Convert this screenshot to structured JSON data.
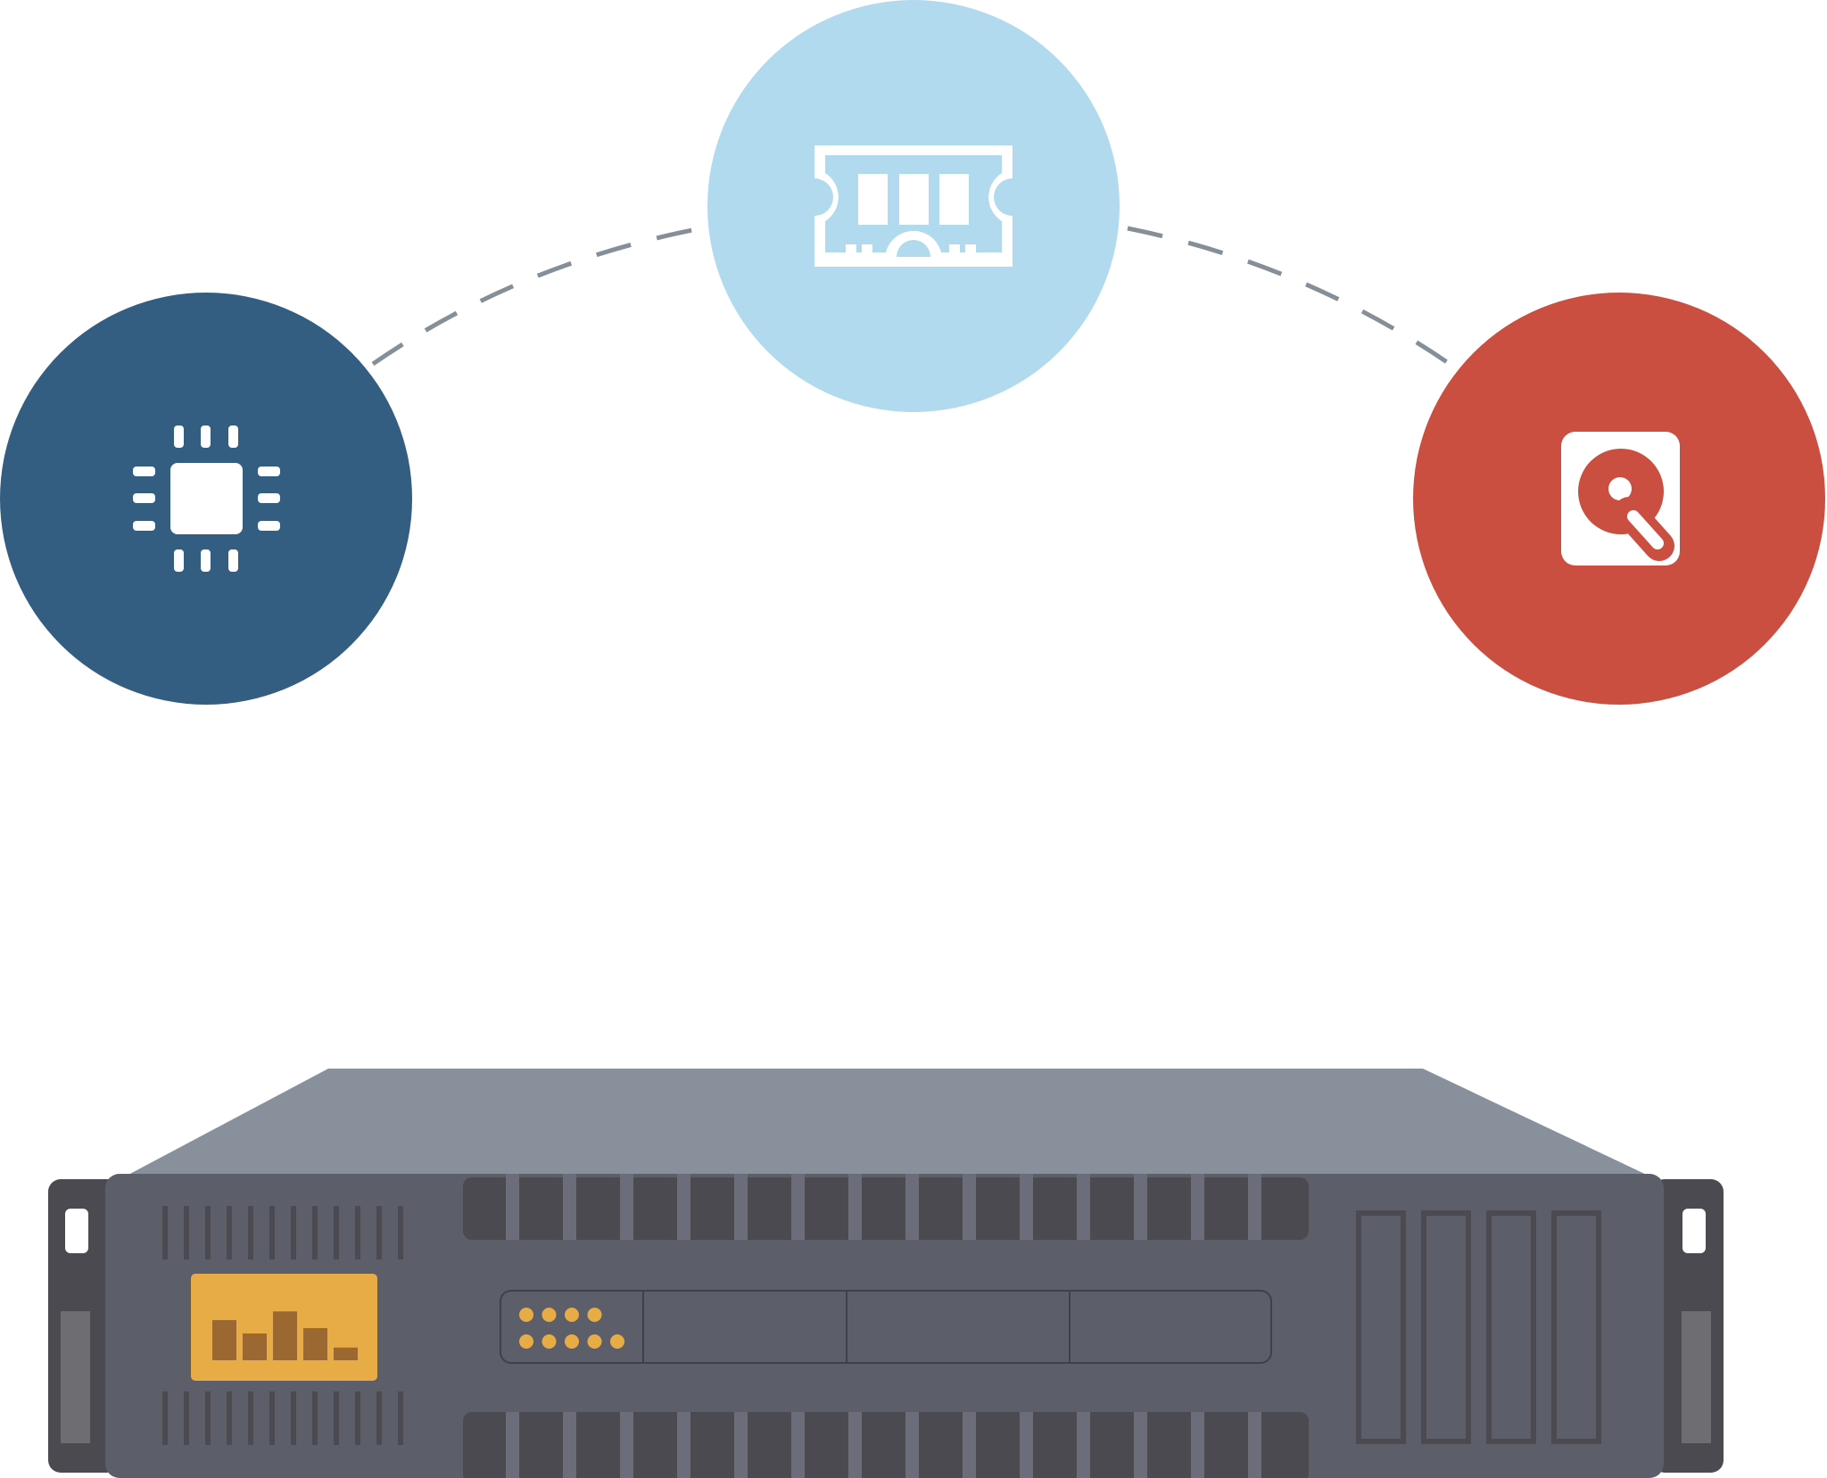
{
  "colors": {
    "cpu_circle": "#345d82",
    "memory_circle": "#b2daee",
    "disk_circle": "#ca4f41",
    "icon": "#ffffff",
    "connector": "#858f98",
    "server_top": "#88919b",
    "server_body": "#5c5e6a",
    "server_dark": "#4b4a50",
    "server_slot": "#6b6e7a",
    "display_panel": "#e8ac46",
    "display_bars": "#9b6832",
    "status_leds": "#e8ac46",
    "ear_handle": "#6e6e72"
  },
  "components": [
    {
      "name": "cpu",
      "icon": "cpu-chip-icon"
    },
    {
      "name": "memory",
      "icon": "ram-module-icon"
    },
    {
      "name": "disk",
      "icon": "hard-disk-icon"
    }
  ],
  "server": {
    "display_bar_levels": [
      0.6,
      0.4,
      0.73,
      0.48,
      0.19
    ],
    "status_led_rows": [
      4,
      5
    ],
    "drive_bays": 4,
    "front_panel_sections": 4
  }
}
